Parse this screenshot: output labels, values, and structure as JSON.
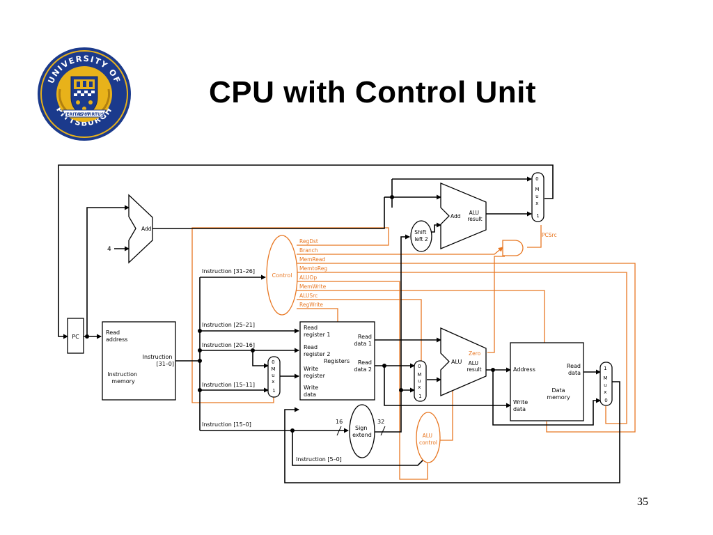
{
  "slide": {
    "title": "CPU with Control Unit",
    "page_number": "35"
  },
  "logo": {
    "ring_text_top": "UNIVERSITY OF",
    "ring_text_bottom": "PITTSBURGH",
    "banner_left": "VERITAS",
    "banner_year": "1787",
    "banner_right": "VIRTUS"
  },
  "colors": {
    "control": "#e87722",
    "datapath": "#000000",
    "logo_gold": "#e8b21a",
    "logo_blue": "#1b3a8c"
  },
  "diagram": {
    "pc": "PC",
    "four": "4",
    "add_top": "Add",
    "add_branch": "Add",
    "alu_result_branch": [
      "ALU",
      "result"
    ],
    "shift_left_2": [
      "Shift",
      "left 2"
    ],
    "control": "Control",
    "pcsrc": "PCSrc",
    "control_signals": [
      "RegDst",
      "Branch",
      "MemRead",
      "MemtoReg",
      "ALUOp",
      "MemWrite",
      "ALUSrc",
      "RegWrite"
    ],
    "instr_mem": {
      "read_address": [
        "Read",
        "address"
      ],
      "instruction": [
        "Instruction",
        "[31–0]"
      ],
      "name": [
        "Instruction",
        "memory"
      ]
    },
    "instr_fields": {
      "f31_26": "Instruction [31–26]",
      "f25_21": "Instruction [25–21]",
      "f20_16": "Instruction [20–16]",
      "f15_11": "Instruction [15–11]",
      "f15_0": "Instruction [15–0]",
      "f5_0": "Instruction [5–0]"
    },
    "registers": {
      "read_reg1": [
        "Read",
        "register 1"
      ],
      "read_reg2": [
        "Read",
        "register 2"
      ],
      "write_reg": [
        "Write",
        "register"
      ],
      "write_data": [
        "Write",
        "data"
      ],
      "read_data1": [
        "Read",
        "data 1"
      ],
      "read_data2": [
        "Read",
        "data 2"
      ],
      "name": "Registers"
    },
    "mux_01": [
      "0",
      "M",
      "u",
      "x",
      "1"
    ],
    "mux_10": [
      "1",
      "M",
      "u",
      "x",
      "0"
    ],
    "alu_main": "ALU",
    "zero": "Zero",
    "alu_result_main": [
      "ALU",
      "result"
    ],
    "sign_extend": [
      "Sign",
      "extend"
    ],
    "bits16": "16",
    "bits32": "32",
    "alu_control": [
      "ALU",
      "control"
    ],
    "data_mem": {
      "address": "Address",
      "read_data": [
        "Read",
        "data"
      ],
      "write_data": [
        "Write",
        "data"
      ],
      "name": [
        "Data",
        "memory"
      ]
    }
  }
}
